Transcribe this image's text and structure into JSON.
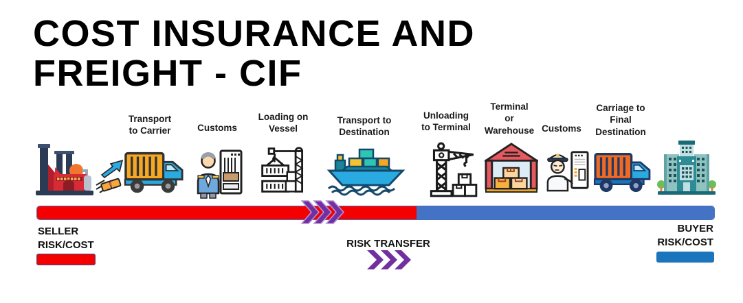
{
  "title": "COST INSURANCE AND\nFREIGHT - CIF",
  "stages": [
    {
      "id": "seller-factory",
      "icon": "factory-icon"
    },
    {
      "id": "dispatch",
      "icon": "package-dispatch-icon"
    },
    {
      "id": "transport-to-carrier",
      "label": "Transport\nto Carrier",
      "icon": "truck-icon"
    },
    {
      "id": "customs-export",
      "label": "Customs",
      "icon": "customs-officer-scanner-icon"
    },
    {
      "id": "loading-on-vessel",
      "label": "Loading on\nVessel",
      "icon": "crane-loading-icon"
    },
    {
      "id": "transport-to-destination",
      "label": "Transport to\nDestination",
      "icon": "cargo-ship-icon"
    },
    {
      "id": "unloading-to-terminal",
      "label": "Unloading\nto Terminal",
      "icon": "crane-unloading-icon"
    },
    {
      "id": "terminal-or-warehouse",
      "label": "Terminal\nor\nWarehouse",
      "icon": "warehouse-icon"
    },
    {
      "id": "customs-import",
      "label": "Customs",
      "icon": "customs-officer-document-icon"
    },
    {
      "id": "carriage-to-final-destination",
      "label": "Carriage to\nFinal\nDestination",
      "icon": "truck-icon"
    },
    {
      "id": "buyer-building",
      "icon": "office-building-icon"
    }
  ],
  "timeline": {
    "seller_label": "SELLER\nRISK/COST",
    "risk_transfer_label": "RISK TRANSFER",
    "buyer_label": "BUYER\nRISK/COST",
    "colors": {
      "seller_bar": "#F40000",
      "buyer_bar": "#4472C4",
      "seller_swatch": "#F40000",
      "buyer_swatch": "#1B75BC",
      "chevron_fill": "#7030A0",
      "chevron_outline": "#B592D9"
    }
  }
}
